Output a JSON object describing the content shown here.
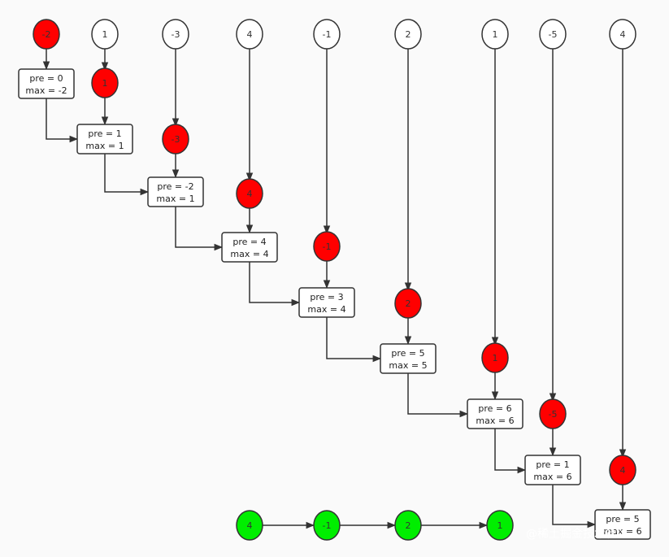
{
  "colors": {
    "input_fill": "#ffffff",
    "current_fill": "#ff0000",
    "result_fill": "#00ee00",
    "stroke": "#333333"
  },
  "input_values": [
    "-2",
    "1",
    "-3",
    "4",
    "-1",
    "2",
    "1",
    "-5",
    "4"
  ],
  "current_values": [
    "-2",
    "1",
    "-3",
    "4",
    "-1",
    "2",
    "1",
    "-5",
    "4"
  ],
  "states": [
    {
      "pre": "pre = 0",
      "max": "max = -2"
    },
    {
      "pre": "pre = 1",
      "max": "max = 1"
    },
    {
      "pre": "pre = -2",
      "max": "max = 1"
    },
    {
      "pre": "pre = 4",
      "max": "max = 4"
    },
    {
      "pre": "pre = 3",
      "max": "max = 4"
    },
    {
      "pre": "pre = 5",
      "max": "max = 5"
    },
    {
      "pre": "pre = 6",
      "max": "max = 6"
    },
    {
      "pre": "pre = 1",
      "max": "max = 6"
    },
    {
      "pre": "pre = 5",
      "max": "max = 6"
    }
  ],
  "result_values": [
    "4",
    "-1",
    "2",
    "1"
  ],
  "watermark": "@稀土掘金技术社区"
}
